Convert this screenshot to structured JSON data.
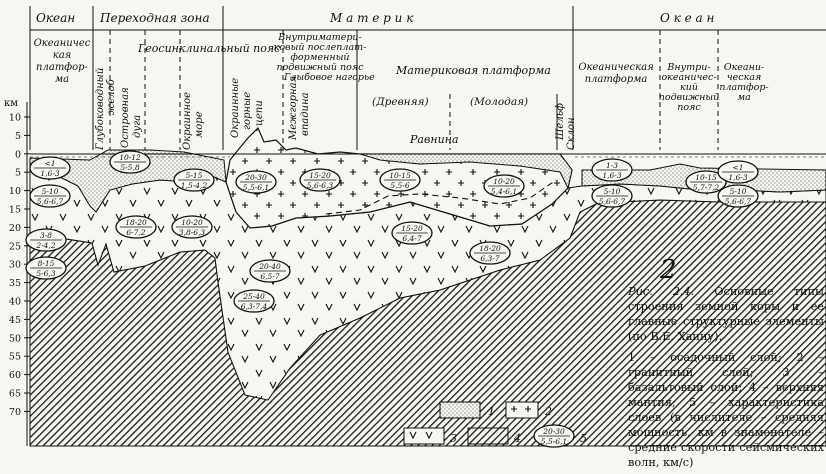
{
  "header": {
    "ocean_left": "Океан",
    "transition_zone": "Переходная зона",
    "continent": "М а т е р и к",
    "ocean_right": "О к е а н"
  },
  "columns": {
    "oceanic_platform_left": [
      "Океаничес",
      "кая",
      "платфор-",
      "ма"
    ],
    "deep_trench": [
      "Глубоководный",
      "желоб"
    ],
    "island_arc": [
      "Островная",
      "дуга"
    ],
    "marginal_sea": [
      "Окраинное",
      "море"
    ],
    "geosyncline_belt": "Геосинклинальный пояс",
    "marginal_mountains": [
      "Окраинные",
      "горные",
      "цепи"
    ],
    "mountain_basin": [
      "Межгорная",
      "впадина"
    ],
    "intraplatform_belt": [
      "Внутриматери-",
      "ковый послеплат-",
      "форменный",
      "подвижный пояс"
    ],
    "deep_highland": "Глыбовое нагорье",
    "continental_platform": "Материковая платформа",
    "ancient": "(Древняя)",
    "young": "(Молодая)",
    "plain": "Равнина",
    "shelf": "Шельф",
    "slope": "Склон",
    "oceanic_platform_right": [
      "Океаническая",
      "платформа"
    ],
    "intraoceanic_belt": [
      "Внутри-",
      "океаничес-",
      "кий",
      "подвижный",
      "пояс"
    ],
    "oceanic_platform_far": [
      "Океани-",
      "ческая",
      "платфор-",
      "ма"
    ]
  },
  "axis": {
    "unit": "км",
    "ticks": [
      "10",
      "5",
      "0",
      "5",
      "10",
      "15",
      "20",
      "25",
      "30",
      "35",
      "40",
      "45",
      "50",
      "55",
      "60",
      "65",
      "70"
    ]
  },
  "layer_labels": [
    {
      "num": "<1",
      "den": "1,6-3"
    },
    {
      "num": "5-10",
      "den": "5,6-6,7"
    },
    {
      "num": "3-8",
      "den": "2-4,2"
    },
    {
      "num": "8-15",
      "den": "5-6,3"
    },
    {
      "num": "10-12",
      "den": "5-5,8"
    },
    {
      "num": "18-20",
      "den": "6-7,2"
    },
    {
      "num": "5-15",
      "den": "1,5-4,2"
    },
    {
      "num": "10-20",
      "den": "3,8-6,3"
    },
    {
      "num": "20-30",
      "den": "5,5-6,1"
    },
    {
      "num": "15-20",
      "den": "5,6-6,3"
    },
    {
      "num": "20-40",
      "den": "6,5-7"
    },
    {
      "num": "25-40",
      "den": "6,3-7,4"
    },
    {
      "num": "10-15",
      "den": "5,5-6"
    },
    {
      "num": "10-20",
      "den": "5,4-6,1"
    },
    {
      "num": "15-20",
      "den": "6,4-7"
    },
    {
      "num": "18-20",
      "den": "6,3-7"
    },
    {
      "num": "1-3",
      "den": "1,6-3"
    },
    {
      "num": "5-10",
      "den": "5,6-6,7"
    },
    {
      "num": "10-15",
      "den": "5,7-7,2"
    },
    {
      "num": "<1",
      "den": "1,6-3"
    },
    {
      "num": "5-10",
      "den": "5,6-6,7"
    }
  ],
  "legend": {
    "items": [
      "1",
      "2",
      "3",
      "4",
      "5"
    ],
    "sample": {
      "num": "20-30",
      "den": "5,5-6,1"
    }
  },
  "caption": {
    "figure": "Рис. 2.4.",
    "handwritten": "2",
    "title": "Основные типы строения земной коры и ее главные структурные элементы (по В.Е. Хаину).",
    "legend_text": "1 – осадочный слой; 2 – гранитный слой; 3 – базальтовый слой; 4 – верхняя мантия; 5 – характеристика слоев (в числителе – средняя мощность, км в знаменателе – средние скорости сейсмических волн, км/с)"
  },
  "colors": {
    "ink": "#111111",
    "paper": "#f7f6f1",
    "mantle_hatch": "#1a1a1a"
  }
}
